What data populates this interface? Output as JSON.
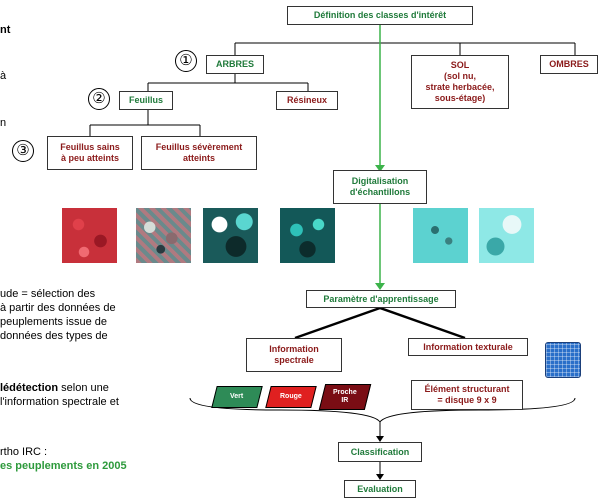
{
  "left_text": {
    "frag_1": "nt",
    "frag_2": "à",
    "frag_3": "n",
    "para_line1": "ude = sélection des",
    "para_line2": "à partir des données de",
    "para_line3": "peuplements issue de",
    "para_line4": "données des types de",
    "teledetection_bold": "lédétection",
    "teledetection_rest": " selon une",
    "line_info": "l'information spectrale et",
    "ortho": "rtho IRC :",
    "peuplements": "es peuplements en 2005"
  },
  "numbers": {
    "n1": "①",
    "n2": "②",
    "n3": "③"
  },
  "boxes": {
    "definition": "Définition des classes d'intérêt",
    "arbres": "ARBRES",
    "sol": "SOL\n(sol nu,\nstrate herbacée,\nsous-étage)",
    "ombres": "OMBRES",
    "feuillus": "Feuillus",
    "resineux": "Résineux",
    "feuillus_sains": "Feuillus sains\nà peu atteints",
    "feuillus_severement": "Feuillus sévèrement\natteints",
    "digitalisation": "Digitalisation\nd'échantillons",
    "parametre": "Paramètre d'apprentissage",
    "info_spectrale": "Information\nspectrale",
    "info_texturale": "Information texturale",
    "element_structurant": "Élément structurant\n= disque 9 x 9",
    "classification": "Classification",
    "evaluation": "Evaluation"
  },
  "bands": {
    "vert": "Vert",
    "rouge": "Rouge",
    "proche_ir": "Proche\nIR"
  },
  "colors": {
    "green_text": "#1f7a3a",
    "red_text": "#8b1a1a",
    "flow_line": "#3cb34a",
    "band_vert": "#2e8b57",
    "band_rouge": "#e02020",
    "band_proche_ir": "#7a0d14",
    "struct_icon": "#2a6fc9"
  },
  "icons": {
    "structuring_element": "grid-icon",
    "textures": "satellite-texture-thumbnails"
  }
}
